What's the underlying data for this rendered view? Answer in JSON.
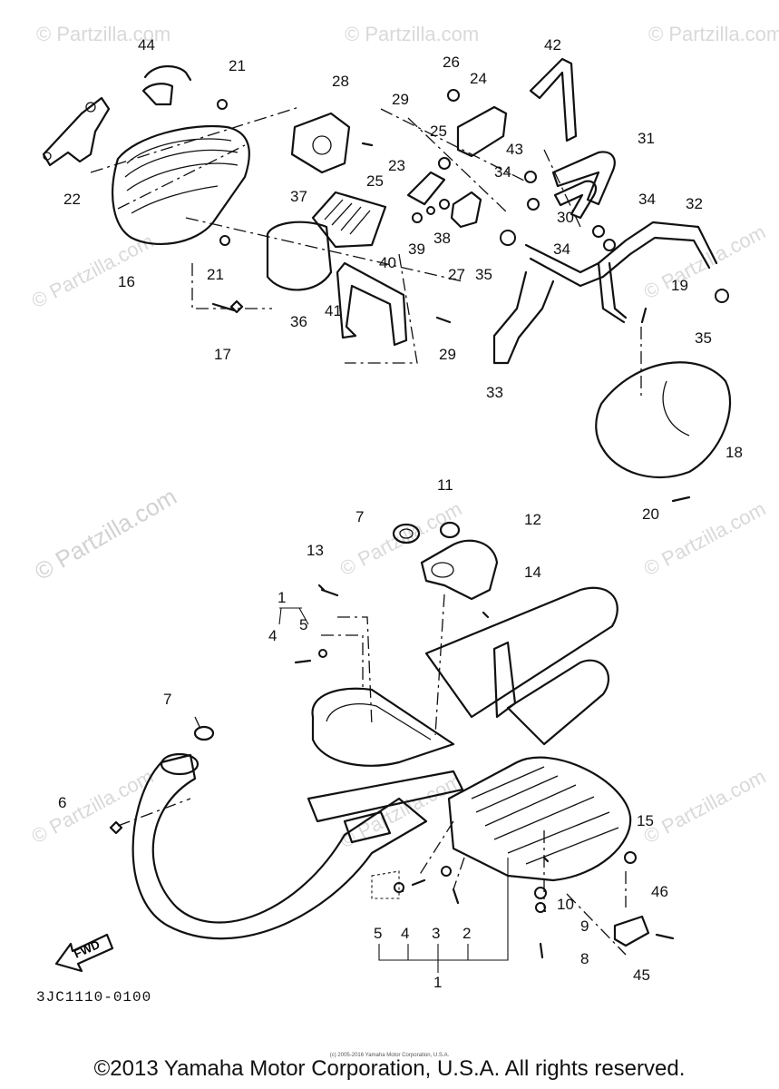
{
  "watermark": {
    "text": "© Partzilla.com"
  },
  "callouts": [
    "44",
    "21",
    "28",
    "29",
    "26",
    "24",
    "42",
    "25",
    "43",
    "31",
    "22",
    "23",
    "34",
    "37",
    "25",
    "30",
    "34",
    "32",
    "16",
    "21",
    "40",
    "39",
    "38",
    "27",
    "35",
    "34",
    "41",
    "19",
    "36",
    "17",
    "29",
    "35",
    "33",
    "18",
    "20",
    "11",
    "7",
    "12",
    "13",
    "14",
    "1",
    "5",
    "4",
    "7",
    "6",
    "15",
    "10",
    "9",
    "46",
    "5",
    "4",
    "3",
    "2",
    "8",
    "45",
    "1"
  ],
  "fwd_label": "FWD",
  "diagram_code": "3JC1110-0100",
  "tiny_copyright": "(c) 2005-2016 Yamaha Motor Corporation, U.S.A.",
  "copyright": "©2013 Yamaha Motor Corporation, U.S.A. All rights reserved."
}
